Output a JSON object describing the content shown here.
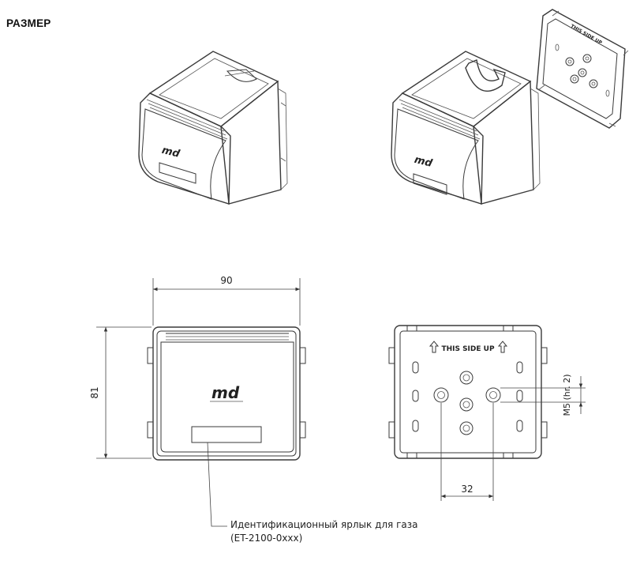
{
  "title": "РАЗМЕР",
  "brand_logo": "md",
  "dimensions": {
    "width": "90",
    "height": "81",
    "spacing": "32",
    "thread": "M5 (hr. 2)"
  },
  "label_orientation": "THIS SIDE UP",
  "callout": {
    "line1": "Идентификационный ярлык для газа",
    "line2": "(ET-2100-0xxx)"
  }
}
